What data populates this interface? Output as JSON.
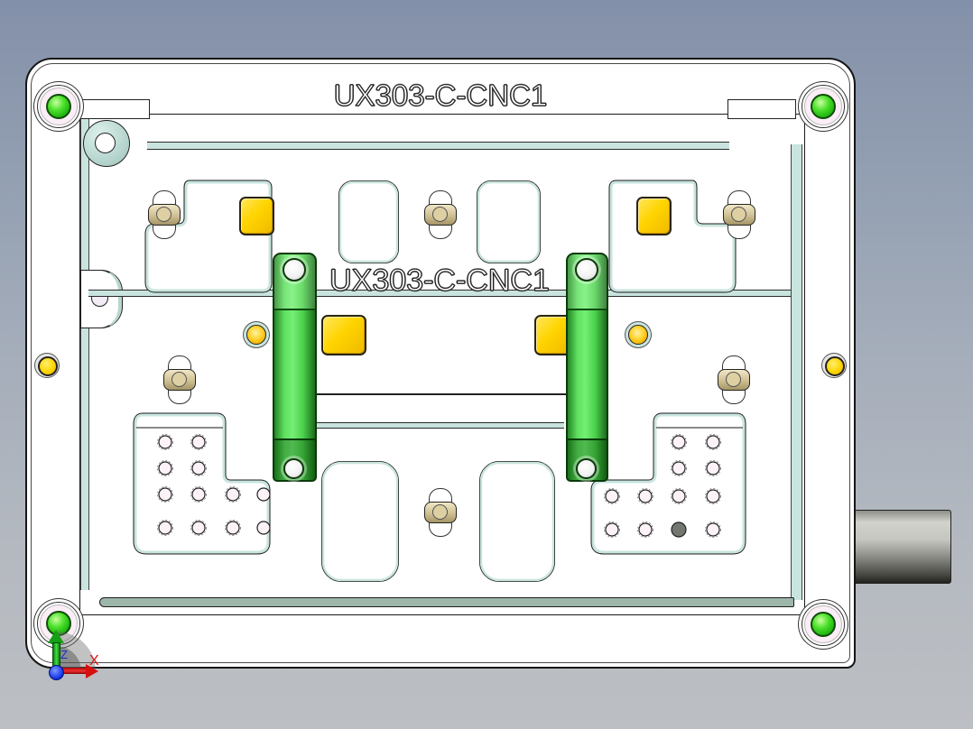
{
  "viewport": {
    "part_title_top": "UX303-C-CNC1",
    "part_title_center": "UX303-C-CNC1"
  },
  "axis_triad": {
    "x_label": "X",
    "z_label": "Z"
  },
  "colors": {
    "background_top": "#8390a9",
    "background_bottom": "#bcbfc3",
    "plate_white": "#ffffff",
    "pocket_edge_cyan": "#c9e4de",
    "bottom_band_sage": "#9eb7ab",
    "locator_pin_green": "#3ed32a",
    "clamp_bar_green": "#57db57",
    "pad_yellow": "#ffd400",
    "side_hole_yellow": "#ffd83a",
    "fastener_tan": "#cfc093",
    "dark_hole_gray": "#72776f",
    "axis_x_red": "#e01010",
    "axis_y_green": "#14a014",
    "axis_z_blue": "#1030d0",
    "cylinder_gray": "#a8a8a2"
  }
}
